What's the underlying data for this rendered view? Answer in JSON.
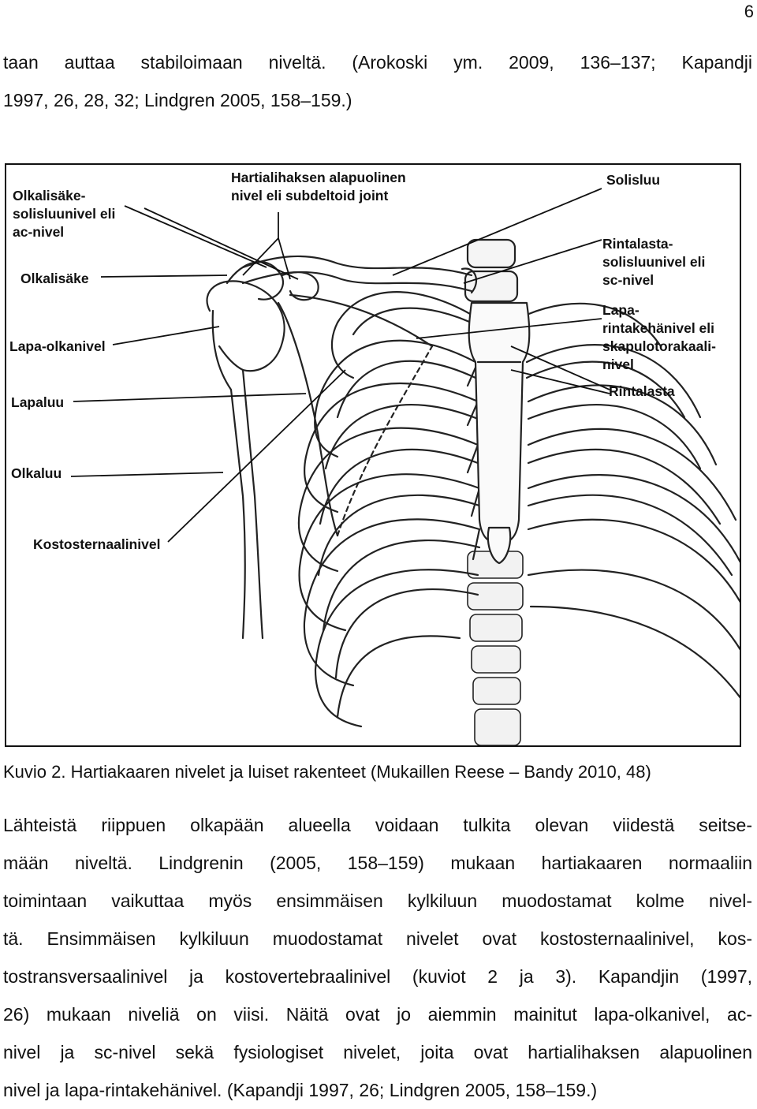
{
  "page_number": "6",
  "intro_lines": [
    "taan auttaa stabiloimaan niveltä. (Arokoski ym. 2009, 136–137; Kapandji",
    "1997, 26, 28, 32; Lindgren 2005, 158–159.)"
  ],
  "figure": {
    "labels": {
      "ac_joint": "Olkalisäke-\nsolisluunivel eli\nac-nivel",
      "acromion": "Olkalisäke",
      "glenohumeral": "Lapa-olkanivel",
      "scapula": "Lapaluu",
      "humerus": "Olkaluu",
      "costosternal": "Kostosternaalinivel",
      "subdeltoid": "Hartialihaksen alapuolinen\nnivel eli subdeltoid joint",
      "clavicle": "Solisluu",
      "sc_joint": "Rintalasta-\nsolisluunivel eli\nsc-nivel",
      "scapulothoracic": "Lapa-\nrintakehänivel eli\nskapulotorakaali-\nnivel",
      "sternum": "Rintalasta"
    }
  },
  "caption": "Kuvio 2. Hartiakaaren nivelet ja luiset rakenteet (Mukaillen Reese – Bandy 2010, 48)",
  "body_lines": [
    "Lähteistä riippuen olkapään alueella voidaan tulkita olevan viidestä seitse-",
    "mään niveltä. Lindgrenin (2005, 158–159) mukaan hartiakaaren normaaliin",
    "toimintaan vaikuttaa myös ensimmäisen kylkiluun muodostamat kolme nivel-",
    "tä. Ensimmäisen kylkiluun muodostamat nivelet ovat kostosternaalinivel, kos-",
    "tostransversaalinivel ja kostovertebraalinivel (kuviot 2 ja 3). Kapandjin (1997,",
    "26) mukaan niveliä on viisi. Näitä ovat jo aiemmin mainitut lapa-olkanivel, ac-",
    "nivel ja sc-nivel sekä fysiologiset nivelet, joita ovat hartialihaksen alapuolinen",
    "nivel ja lapa-rintakehänivel. (Kapandji 1997, 26; Lindgren 2005, 158–159.)"
  ]
}
